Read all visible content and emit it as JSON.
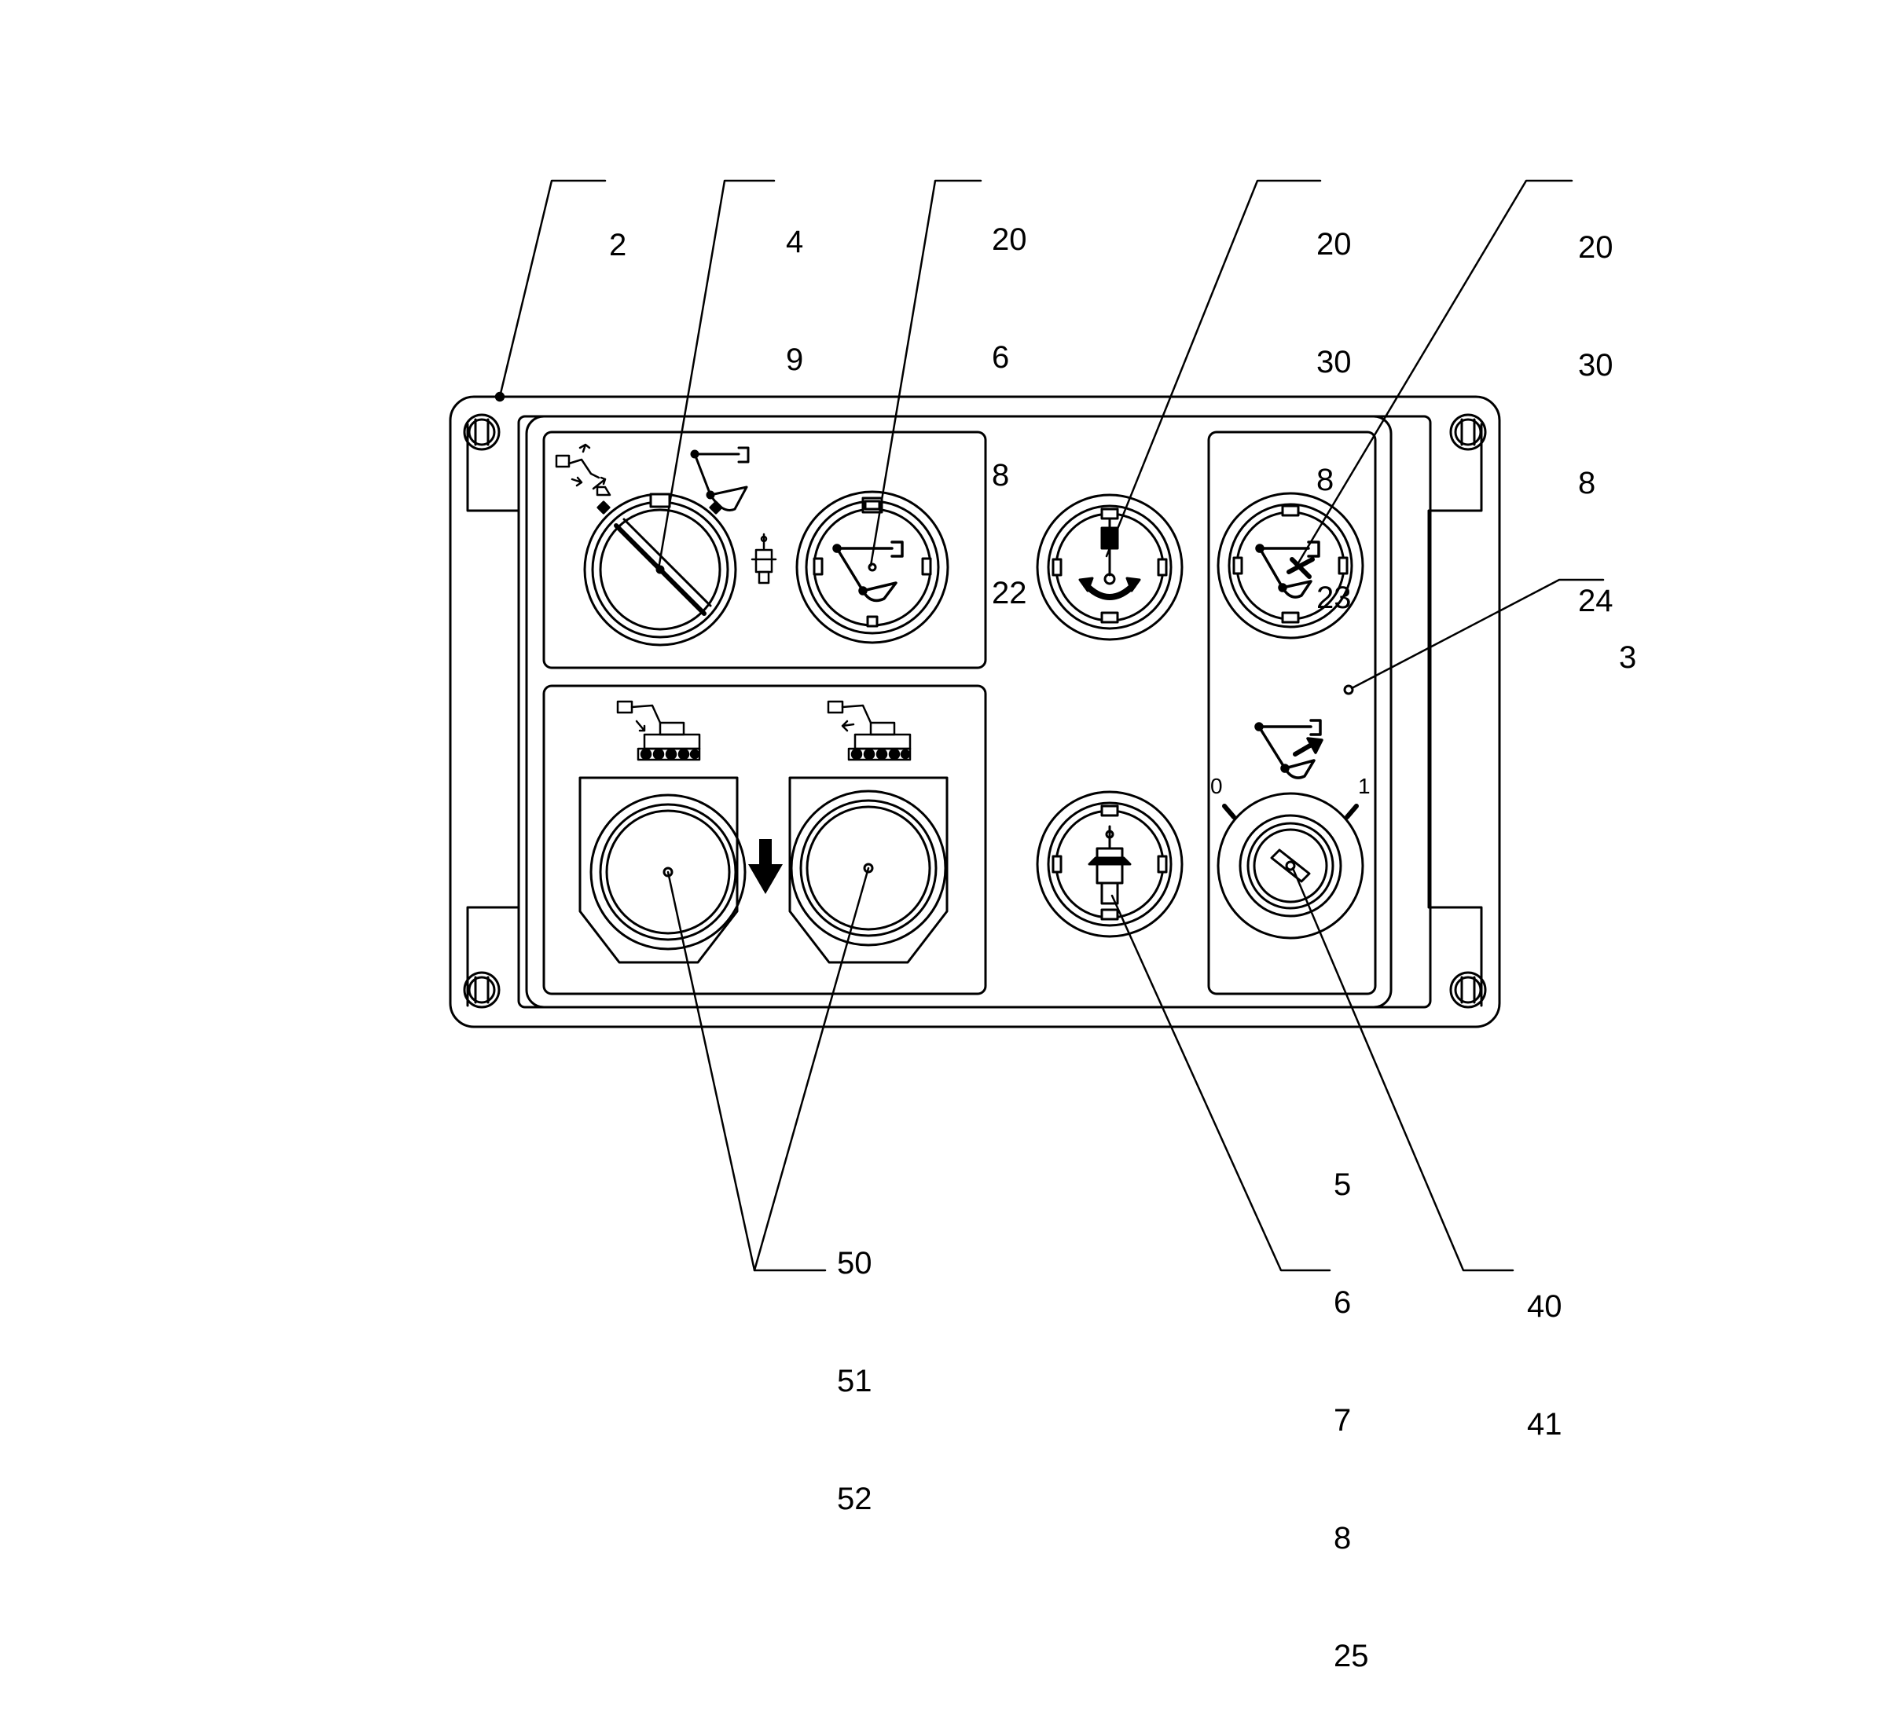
{
  "callouts": {
    "c2": [
      "2"
    ],
    "c3": [
      "3"
    ],
    "c4": [
      "4",
      "9"
    ],
    "c22": [
      "20",
      "6",
      "8",
      "22"
    ],
    "c23": [
      "20",
      "30",
      "8",
      "23"
    ],
    "c24": [
      "20",
      "30",
      "8",
      "24"
    ],
    "c25": [
      "5",
      "6",
      "7",
      "8",
      "25"
    ],
    "c40": [
      "40",
      "41"
    ],
    "c50": [
      "50",
      "51",
      "52"
    ]
  },
  "key_switch": {
    "label_off": "0",
    "label_on": "1"
  },
  "icons": [
    "mode-selector-knob-icon",
    "excavator-arm-icon",
    "joystick-small-icon",
    "bucket-arm-button-icon",
    "rotate-joystick-button-icon",
    "bucket-disable-button-icon",
    "joystick-button-icon",
    "excavator-track-forward-icon",
    "excavator-track-reverse-icon",
    "down-arrow-icon",
    "bucket-tilt-icon",
    "key-switch-icon",
    "screw-icon"
  ]
}
